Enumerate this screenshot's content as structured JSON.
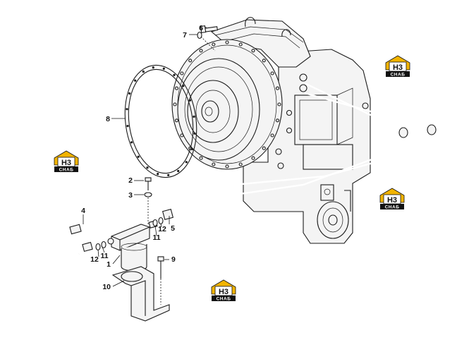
{
  "callouts": [
    {
      "id": "c1",
      "label": "1"
    },
    {
      "id": "c2",
      "label": "2"
    },
    {
      "id": "c3",
      "label": "3"
    },
    {
      "id": "c4",
      "label": "4"
    },
    {
      "id": "c5",
      "label": "5"
    },
    {
      "id": "c6",
      "label": "6"
    },
    {
      "id": "c7",
      "label": "7"
    },
    {
      "id": "c8",
      "label": "8"
    },
    {
      "id": "c9",
      "label": "9"
    },
    {
      "id": "c10",
      "label": "10"
    },
    {
      "id": "c11a",
      "label": "11"
    },
    {
      "id": "c11b",
      "label": "11"
    },
    {
      "id": "c12a",
      "label": "12"
    },
    {
      "id": "c12b",
      "label": "12"
    }
  ],
  "watermark": {
    "top_text": "H3",
    "bottom_text": "CHAБ",
    "accent_color": "#f2b400"
  },
  "colors": {
    "line": "#1a1a1a",
    "background": "#ffffff"
  }
}
